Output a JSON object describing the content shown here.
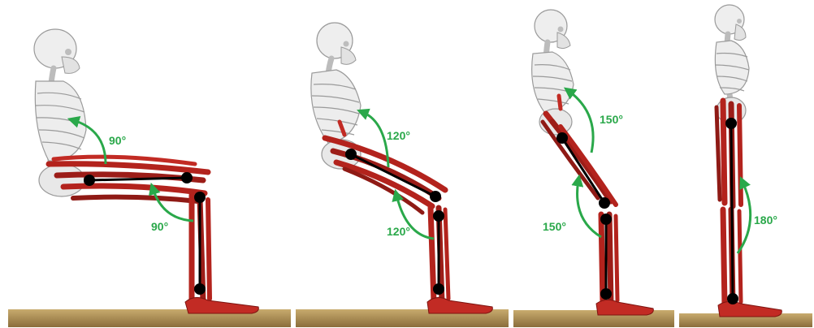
{
  "colors": {
    "angle_arrow": "#2aa84a",
    "angle_text": "#2aa84a",
    "muscle": "#b3231d",
    "muscle_dark": "#7d1410",
    "bone": "#e6e6e6",
    "bone_stroke": "#9a9a9a",
    "joint": "#000000",
    "floor_top": "#b79a5e",
    "floor_body": "#8a6d3b"
  },
  "panels": [
    {
      "posture": "seated",
      "trunk_thigh_angle": {
        "label": "90°",
        "value": 90
      },
      "thigh_shank_angle": {
        "label": "90°",
        "value": 90
      }
    },
    {
      "posture": "rising",
      "trunk_thigh_angle": {
        "label": "120°",
        "value": 120
      },
      "thigh_shank_angle": {
        "label": "120°",
        "value": 120
      }
    },
    {
      "posture": "rising",
      "trunk_thigh_angle": {
        "label": "150°",
        "value": 150
      },
      "thigh_shank_angle": {
        "label": "150°",
        "value": 150
      }
    },
    {
      "posture": "standing",
      "knee_angle": {
        "label": "180°",
        "value": 180
      }
    }
  ]
}
